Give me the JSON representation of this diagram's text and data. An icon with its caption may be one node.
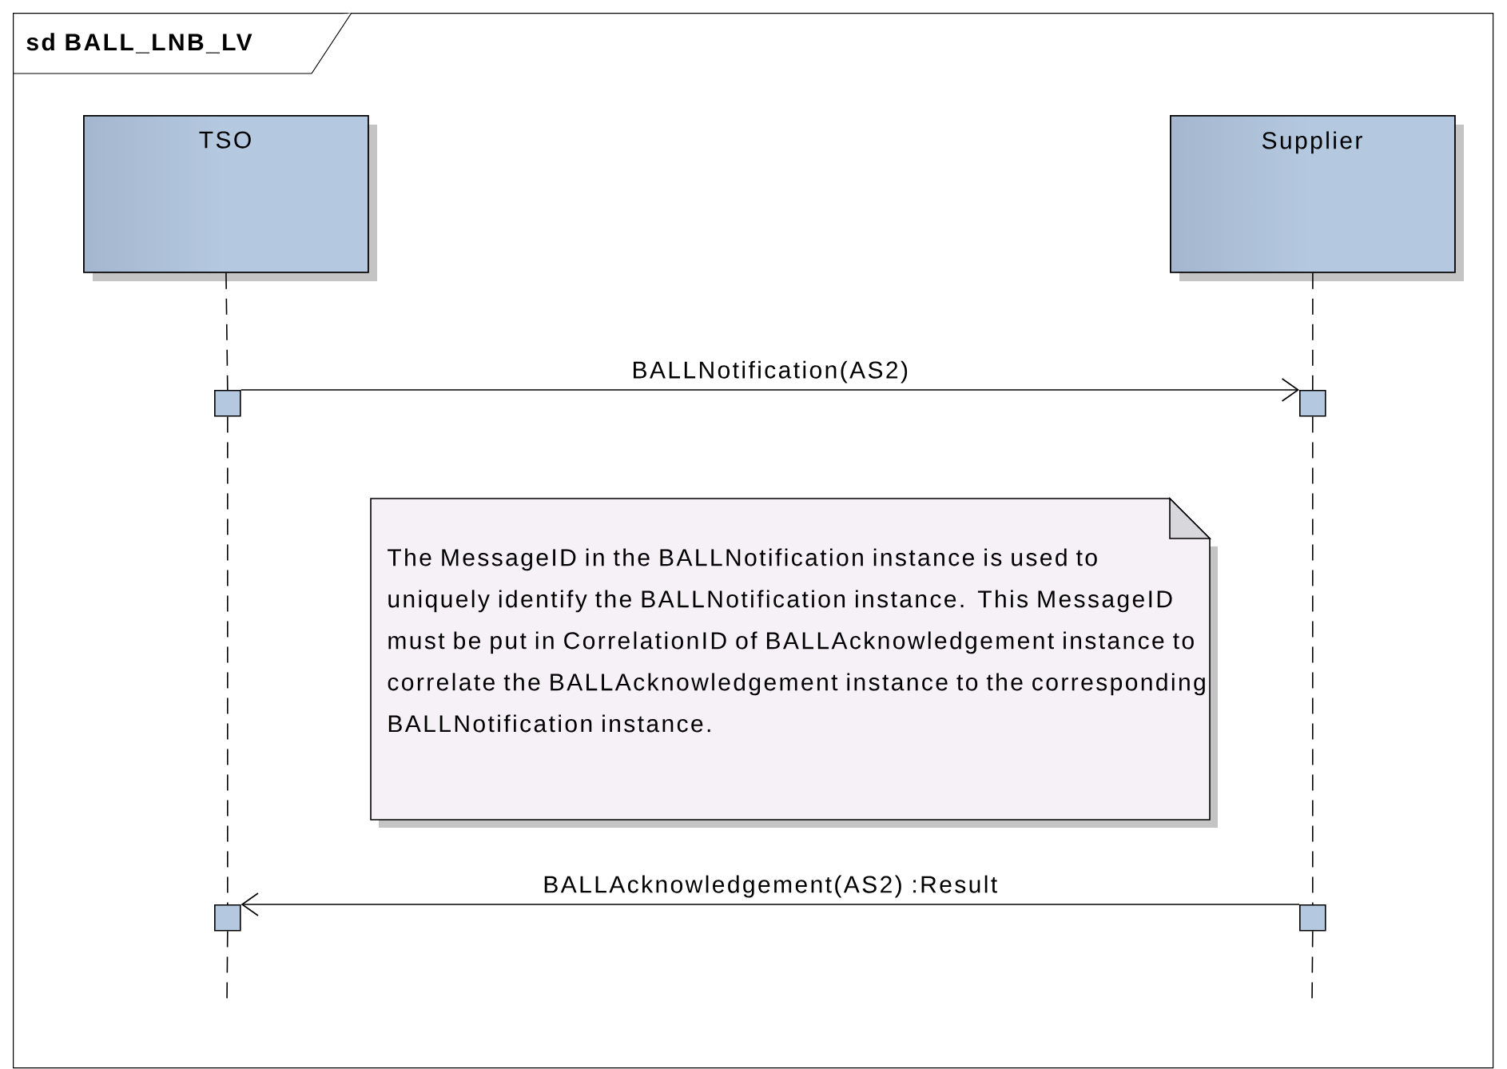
{
  "diagram": {
    "nodes": [
      {
        "text": [
          "sd BALL_LNB_LV"
        ]
      },
      {
        "text": [
          "TSO"
        ],
        "in": 0
      },
      {
        "text": [
          "Supplier"
        ],
        "in": 0
      },
      {
        "text": [],
        "shape": "box",
        "in": 0
      },
      {
        "text": [],
        "shape": "box",
        "in": 0
      },
      {
        "text": [
          "The MessageID in the BALLNotification instance is used to uniquely identify the BALLNotification instance. This MessageID must be put in CorrelationID of BALLAcknowledgement instance to correlate the BALLAcknowledgement instance to the corresponding BALLNotification instance."
        ],
        "in": 0
      },
      {
        "text": [],
        "shape": "box",
        "in": 0
      },
      {
        "text": [],
        "shape": "box",
        "in": 0
      }
    ],
    "edges": [
      {
        "from": 1,
        "to": 3,
        "arrow": "none",
        "style": "dashed"
      },
      {
        "from": 2,
        "to": 4,
        "arrow": "none",
        "style": "dashed"
      },
      {
        "from": 3,
        "to": 4,
        "arrow": "to",
        "label": "BALLNotification(AS2)"
      },
      {
        "from": 3,
        "to": 6,
        "arrow": "none",
        "style": "dashed"
      },
      {
        "from": 4,
        "to": 7,
        "arrow": "none",
        "style": "dashed"
      },
      {
        "from": 7,
        "to": 6,
        "arrow": "to",
        "label": "BALLAcknowledgement(AS2) :Result"
      },
      {
        "from": 6,
        "to": null,
        "arrow": "none",
        "style": "dashed"
      },
      {
        "from": 7,
        "to": null,
        "arrow": "none",
        "style": "dashed"
      }
    ]
  }
}
